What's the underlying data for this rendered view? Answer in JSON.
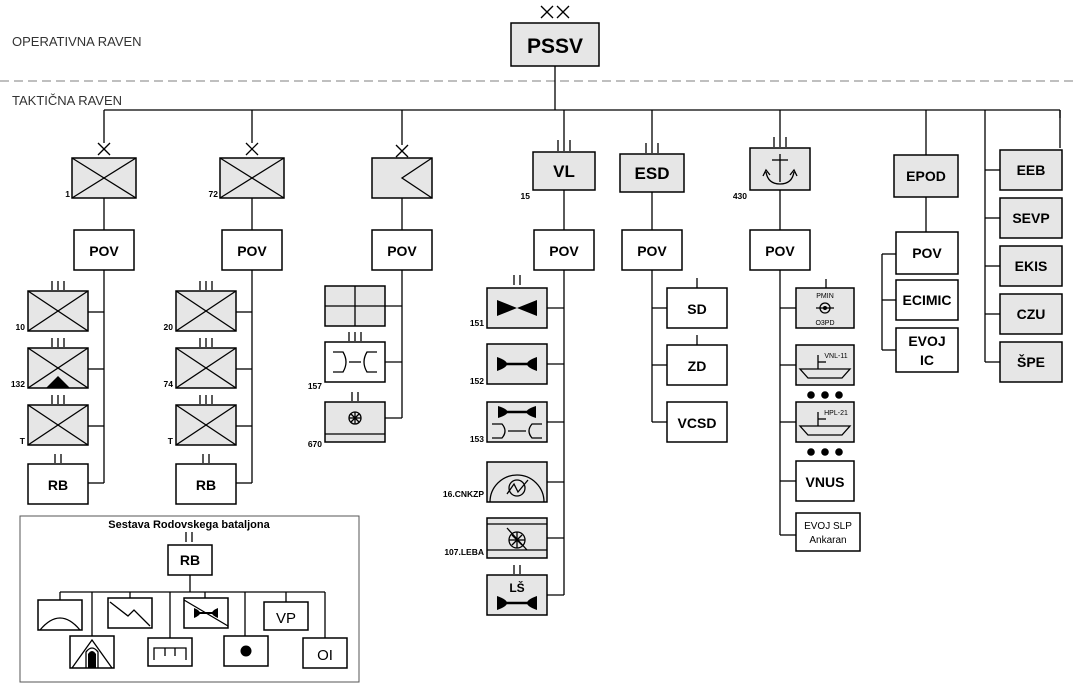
{
  "levels": {
    "operational": "OPERATIVNA RAVEN",
    "tactical": "TAKTIČNA RAVEN"
  },
  "root": "PSSV",
  "pov": "POV",
  "col1": {
    "num": "1",
    "units": [
      "10",
      "132",
      "T"
    ],
    "rb": "RB"
  },
  "col2": {
    "num": "72",
    "units": [
      "20",
      "74",
      "T"
    ],
    "rb": "RB"
  },
  "col3": {
    "units": [
      "157",
      "670"
    ]
  },
  "col4": {
    "name": "VL",
    "num": "15",
    "units": [
      "151",
      "152",
      "153",
      "16.CNKZP",
      "107.LEBA"
    ],
    "ls": "LŠ"
  },
  "col5": {
    "name": "ESD",
    "units": [
      "SD",
      "ZD",
      "VCSD"
    ]
  },
  "col6": {
    "num": "430",
    "pmin_top": "PMIN",
    "pmin_bottom": "O3PD",
    "vnl": "VNL-11",
    "hpl": "HPL-21",
    "vnus": "VNUS",
    "evoj_slp_1": "EVOJ SLP",
    "evoj_slp_2": "Ankaran"
  },
  "col7": {
    "name": "EPOD",
    "ecimic": "ECIMIC",
    "evoj_1": "EVOJ",
    "evoj_2": "IC"
  },
  "col8": {
    "units": [
      "EEB",
      "SEVP",
      "EKIS",
      "CZU",
      "ŠPE"
    ]
  },
  "rb_box": {
    "title": "Sestava Rodovskega bataljona",
    "rb": "RB",
    "vp": "VP",
    "oi": "OI"
  }
}
